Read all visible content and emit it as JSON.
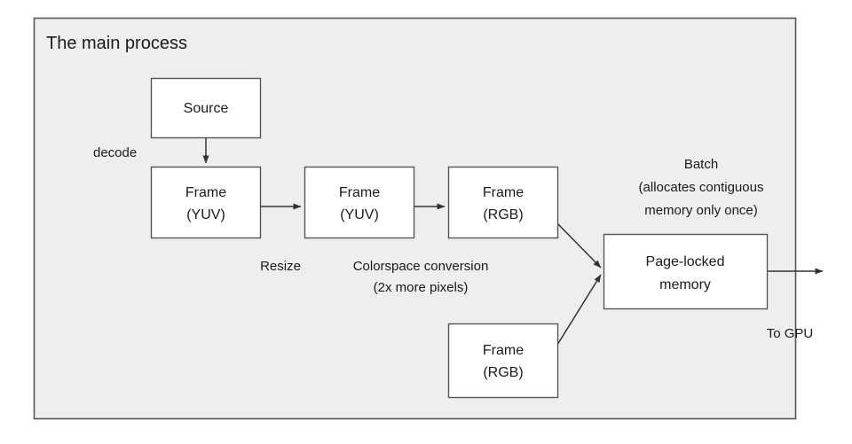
{
  "diagram": {
    "title": "The main process",
    "background_color": "#eeeeee",
    "border_color": "#555555",
    "node_fill": "#ffffff",
    "edge_color": "#333333",
    "nodes": [
      {
        "id": "source",
        "label_line1": "Source",
        "label_line2": ""
      },
      {
        "id": "frame_yuv_1",
        "label_line1": "Frame",
        "label_line2": "(YUV)"
      },
      {
        "id": "frame_yuv_2",
        "label_line1": "Frame",
        "label_line2": "(YUV)"
      },
      {
        "id": "frame_rgb_1",
        "label_line1": "Frame",
        "label_line2": "(RGB)"
      },
      {
        "id": "frame_rgb_2",
        "label_line1": "Frame",
        "label_line2": "(RGB)"
      },
      {
        "id": "page_locked",
        "label_line1": "Page-locked",
        "label_line2": "memory"
      }
    ],
    "edge_labels": {
      "decode": "decode",
      "resize": "Resize",
      "colorspace_line1": "Colorspace conversion",
      "colorspace_line2": "(2x more pixels)",
      "batch_line1": "Batch",
      "batch_line2": "(allocates contiguous",
      "batch_line3": "memory only once)",
      "to_gpu": "To GPU"
    }
  }
}
